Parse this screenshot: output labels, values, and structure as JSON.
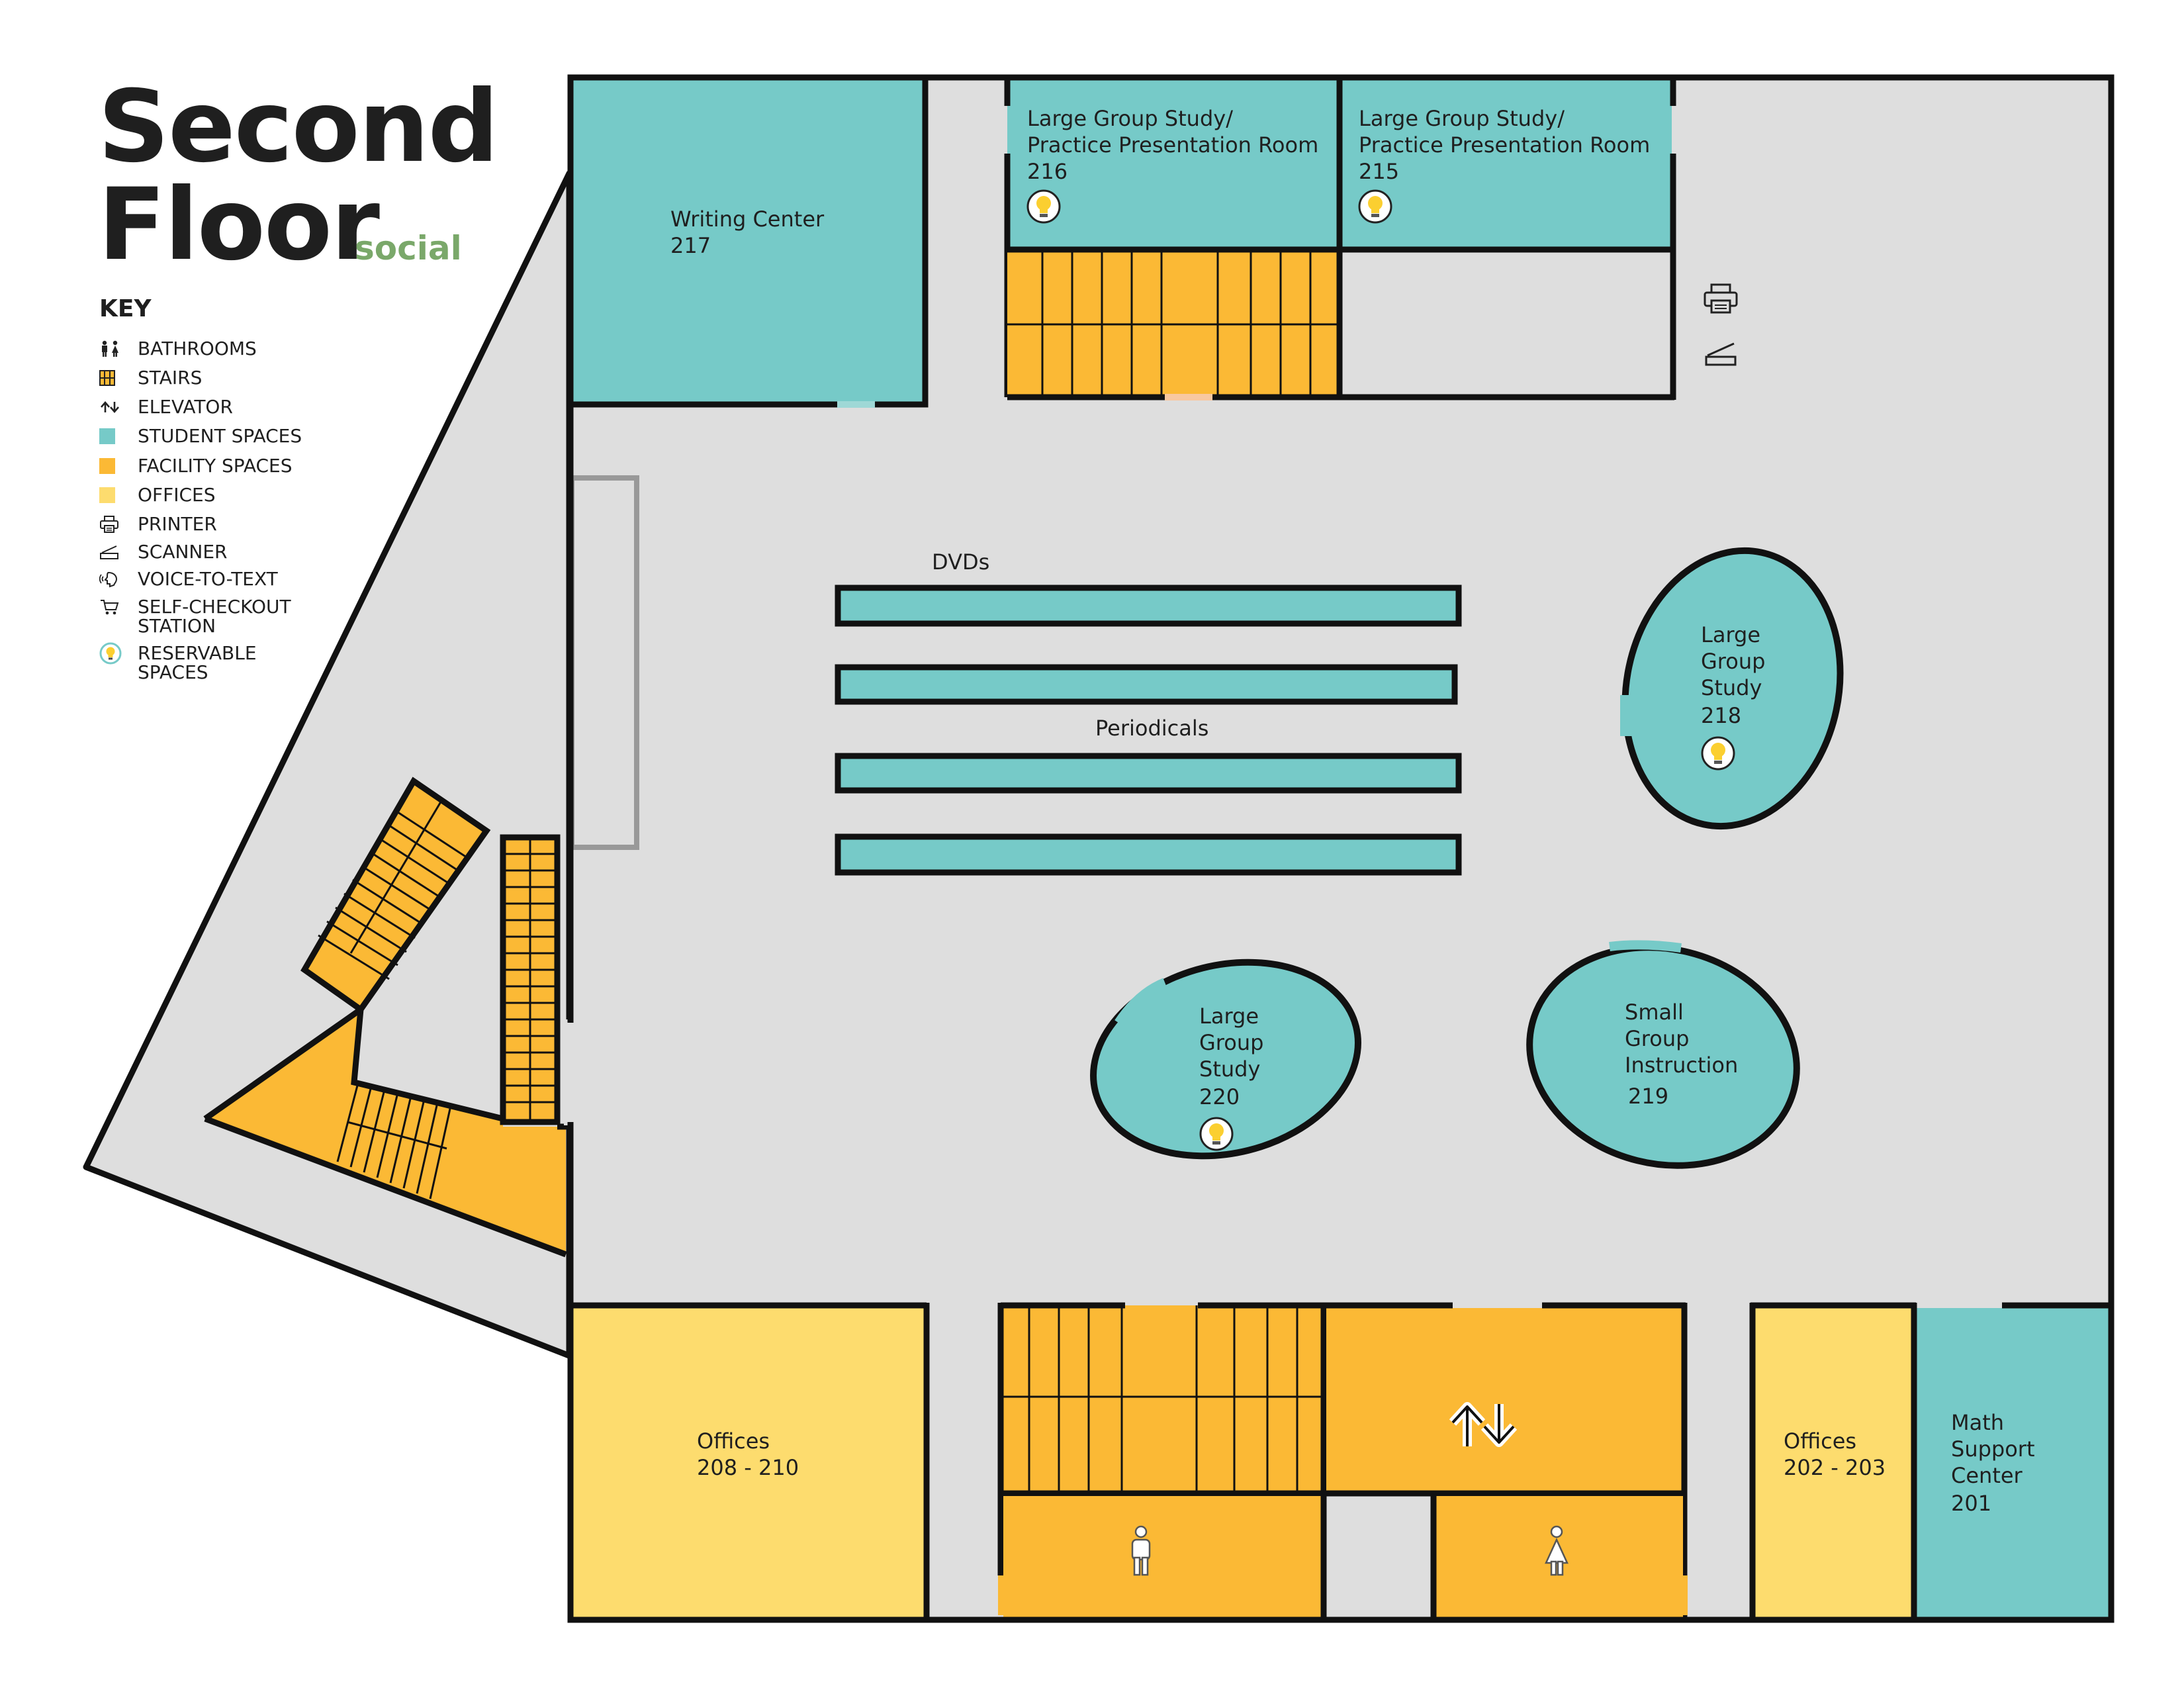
{
  "header": {
    "title_line1": "Second",
    "title_line2": "Floor",
    "subtitle": "social"
  },
  "key": {
    "title": "KEY",
    "items": [
      {
        "icon": "bathrooms-icon",
        "label": "BATHROOMS"
      },
      {
        "icon": "stairs-icon",
        "label": "STAIRS"
      },
      {
        "icon": "elevator-icon",
        "label": "ELEVATOR"
      },
      {
        "icon": "student-spaces-swatch",
        "label": "STUDENT SPACES",
        "color": "#76cac8"
      },
      {
        "icon": "facility-spaces-swatch",
        "label": "FACILITY SPACES",
        "color": "#fbb935"
      },
      {
        "icon": "offices-swatch",
        "label": "OFFICES",
        "color": "#fddc6e"
      },
      {
        "icon": "printer-icon",
        "label": "PRINTER"
      },
      {
        "icon": "scanner-icon",
        "label": "SCANNER"
      },
      {
        "icon": "voice-to-text-icon",
        "label": "VOICE-TO-TEXT"
      },
      {
        "icon": "self-checkout-icon",
        "label": "SELF-CHECKOUT\nSTATION"
      },
      {
        "icon": "reservable-icon",
        "label": "RESERVABLE\nSPACES"
      }
    ]
  },
  "colors": {
    "student": "#76cac8",
    "facility": "#fbb935",
    "office": "#fddc6e",
    "floor": "#dedede",
    "wall": "#111111",
    "accent": "#7aa86a"
  },
  "rooms": {
    "writing_center": {
      "name": "Writing Center",
      "number": "217"
    },
    "room_216": {
      "name_line1": "Large Group Study/",
      "name_line2": "Practice Presentation Room",
      "number": "216"
    },
    "room_215": {
      "name_line1": "Large Group Study/",
      "name_line2": "Practice Presentation Room",
      "number": "215"
    },
    "room_218": {
      "lines": [
        "Large",
        "Group",
        "Study"
      ],
      "number": "218"
    },
    "room_220": {
      "lines": [
        "Large",
        "Group",
        "Study"
      ],
      "number": "220"
    },
    "room_219": {
      "lines": [
        "Small",
        "Group",
        "Instruction"
      ],
      "number": "219"
    },
    "offices_208": {
      "name": "Offices",
      "number": "208 - 210"
    },
    "offices_202": {
      "name": "Offices",
      "number": "202 - 203"
    },
    "math_201": {
      "lines": [
        "Math",
        "Support",
        "Center"
      ],
      "number": "201"
    }
  },
  "shelves": {
    "dvds": "DVDs",
    "periodicals": "Periodicals"
  }
}
